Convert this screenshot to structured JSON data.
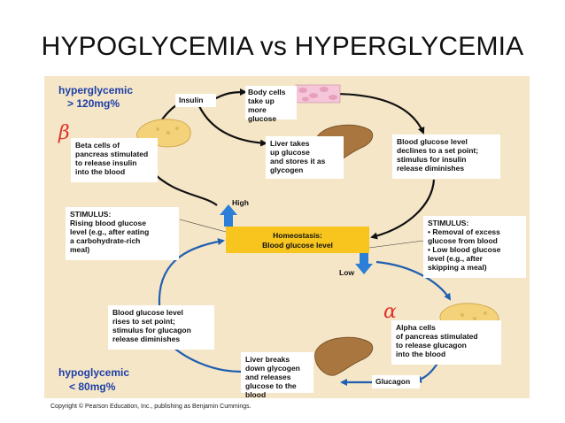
{
  "slide": {
    "title": "HYPOGLYCEMIA vs HYPERGLYCEMIA"
  },
  "diagram": {
    "hyperglycemic_label": "hyperglycemic",
    "hyperglycemic_value": "> 120mg%",
    "hypoglycemic_label": "hypoglycemic",
    "hypoglycemic_value": "< 80mg%",
    "insulin": "Insulin",
    "glucagon": "Glucagon",
    "high": "High",
    "low": "Low",
    "beta_symbol": "β",
    "alpha_symbol": "α",
    "body_cells": "Body cells\ntake up more\nglucose",
    "liver_takes": "Liver takes\nup glucose\nand stores it as\nglycogen",
    "beta_cells": "Beta cells of\npancreas stimulated\nto release insulin\ninto the blood",
    "declines": "Blood glucose level\ndeclines to a set point;\nstimulus for insulin\nrelease diminishes",
    "stimulus_high": "STIMULUS:\nRising blood glucose\nlevel (e.g., after eating\na carbohydrate-rich\nmeal)",
    "homeostasis_title": "Homeostasis:",
    "homeostasis_sub": "Blood glucose level",
    "stimulus_low": "STIMULUS:\n• Removal of excess\n  glucose from blood\n• Low blood glucose\n  level (e.g., after\n  skipping a meal)",
    "rises": "Blood glucose level\nrises to set point;\nstimulus for glucagon\nrelease diminishes",
    "alpha_cells": "Alpha cells\nof pancreas stimulated\nto release glucagon\ninto the blood",
    "liver_breaks": "Liver breaks\ndown glycogen\nand releases\nglucose to the blood"
  },
  "footer": {
    "copyright": "Copyright © Pearson Education, Inc., publishing as Benjamin Cummings."
  },
  "colors": {
    "panel": "#f5e6c8",
    "homeostasis": "#f7c51d",
    "low_loop": "#1f5fb0",
    "high_loop": "#111111",
    "label_blue": "#1d3fa6",
    "greek": "#e0322a"
  }
}
